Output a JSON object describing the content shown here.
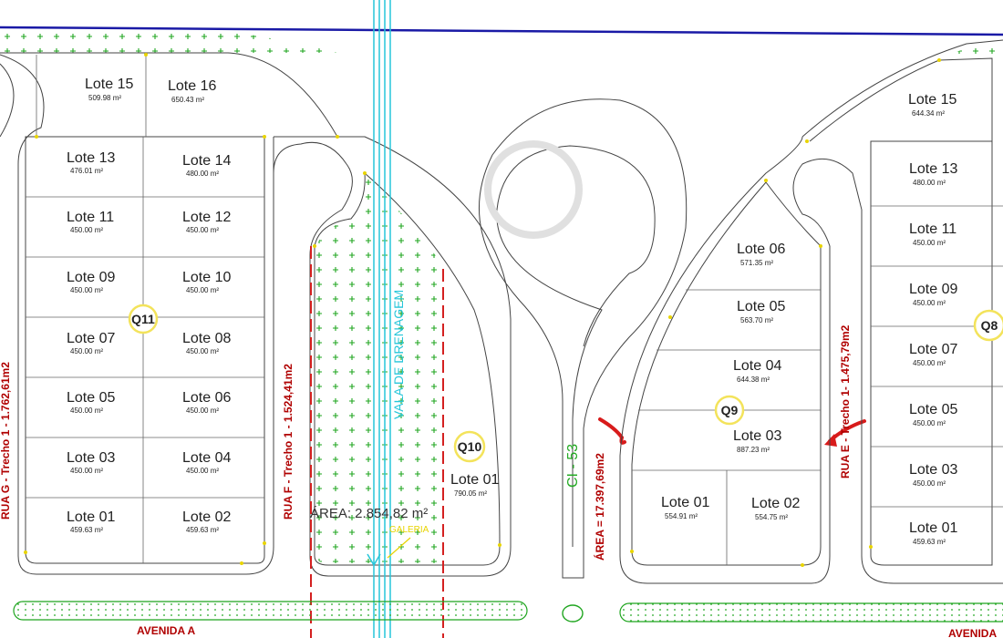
{
  "quadras": [
    {
      "id": "q11",
      "label": "Q11",
      "lots": [
        {
          "name": "Lote 15",
          "area": "509.98 m²"
        },
        {
          "name": "Lote 16",
          "area": "650.43 m²"
        },
        {
          "name": "Lote 13",
          "area": "476.01 m²"
        },
        {
          "name": "Lote 14",
          "area": "480.00 m²"
        },
        {
          "name": "Lote 11",
          "area": "450.00 m²"
        },
        {
          "name": "Lote 12",
          "area": "450.00 m²"
        },
        {
          "name": "Lote 09",
          "area": "450.00 m²"
        },
        {
          "name": "Lote 10",
          "area": "450.00 m²"
        },
        {
          "name": "Lote 07",
          "area": "450.00 m²"
        },
        {
          "name": "Lote 08",
          "area": "450.00 m²"
        },
        {
          "name": "Lote 05",
          "area": "450.00 m²"
        },
        {
          "name": "Lote 06",
          "area": "450.00 m²"
        },
        {
          "name": "Lote 03",
          "area": "450.00 m²"
        },
        {
          "name": "Lote 04",
          "area": "450.00 m²"
        },
        {
          "name": "Lote 01",
          "area": "459.63 m²"
        },
        {
          "name": "Lote 02",
          "area": "459.63 m²"
        }
      ]
    },
    {
      "id": "q10",
      "label": "Q10",
      "lots": [
        {
          "name": "Lote 01",
          "area": "790.05 m²"
        }
      ]
    },
    {
      "id": "q9",
      "label": "Q9",
      "lots": [
        {
          "name": "Lote 06",
          "area": "571.35 m²"
        },
        {
          "name": "Lote 05",
          "area": "563.70 m²"
        },
        {
          "name": "Lote 04",
          "area": "644.38 m²"
        },
        {
          "name": "Lote 03",
          "area": "887.23 m²"
        },
        {
          "name": "Lote 01",
          "area": "554.91 m²"
        },
        {
          "name": "Lote 02",
          "area": "554.75 m²"
        }
      ]
    },
    {
      "id": "q8",
      "label": "Q8",
      "lots": [
        {
          "name": "Lote 15",
          "area": "644.34 m²"
        },
        {
          "name": "Lote 13",
          "area": "480.00 m²"
        },
        {
          "name": "Lote 11",
          "area": "450.00 m²"
        },
        {
          "name": "Lote 09",
          "area": "450.00 m²"
        },
        {
          "name": "Lote 07",
          "area": "450.00 m²"
        },
        {
          "name": "Lote 05",
          "area": "450.00 m²"
        },
        {
          "name": "Lote 03",
          "area": "450.00 m²"
        },
        {
          "name": "Lote 01",
          "area": "459.63 m²"
        }
      ]
    }
  ],
  "streets": {
    "rua_g": "RUA G - Trecho 1 - 1.762,61m2",
    "rua_f": "RUA F - Trecho 1 - 1.524,41m2",
    "rua_e": "RUA E - Trecho 1- 1.475,79m2",
    "avenida_a_left": "AVENIDA A",
    "avenida_a_right": "AVENIDA"
  },
  "drainage": {
    "label": "VALA DE DRENAGEM",
    "area": "ÁREA: 2.854,82 m²",
    "gallery": "GALERIA"
  },
  "center": {
    "ci_label": "CI - 53",
    "area_label": "ÁREA = 17.397,69m2"
  },
  "colors": {
    "street_red": "#b00000",
    "drainage_cyan": "#26c6da",
    "green_hatch": "#1fa51f",
    "boundary_blue": "#1a1aa6",
    "quadra_circle": "#f3e35b",
    "ci_green": "#22aa22"
  }
}
